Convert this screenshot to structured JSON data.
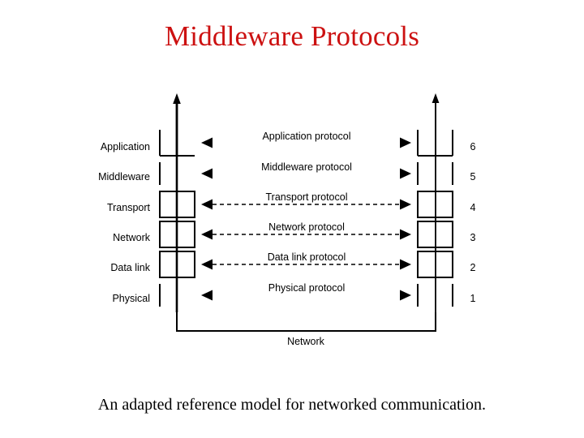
{
  "slide": {
    "title": "Middleware Protocols",
    "title_color": "#CC1111",
    "caption": "An adapted reference model for networked communication.",
    "background": "#ffffff"
  },
  "diagram": {
    "bus_label": "Network",
    "layers": [
      {
        "name": "Application",
        "left_label": "Application",
        "protocol_label": "Application protocol",
        "number": "6",
        "connector": "arrowheads",
        "box": true
      },
      {
        "name": "Middleware",
        "left_label": "Middleware",
        "protocol_label": "Middleware protocol",
        "number": "5",
        "connector": "arrowheads",
        "box": false
      },
      {
        "name": "Transport",
        "left_label": "Transport",
        "protocol_label": "Transport protocol",
        "number": "4",
        "connector": "dashed-double-arrow",
        "box": true
      },
      {
        "name": "Network",
        "left_label": "Network",
        "protocol_label": "Network protocol",
        "number": "3",
        "connector": "dashed-double-arrow",
        "box": true
      },
      {
        "name": "Data link",
        "left_label": "Data link",
        "protocol_label": "Data link protocol",
        "number": "2",
        "connector": "dashed-double-arrow",
        "box": true
      },
      {
        "name": "Physical",
        "left_label": "Physical",
        "protocol_label": "Physical protocol",
        "number": "1",
        "connector": "arrowheads",
        "box": false
      }
    ]
  }
}
